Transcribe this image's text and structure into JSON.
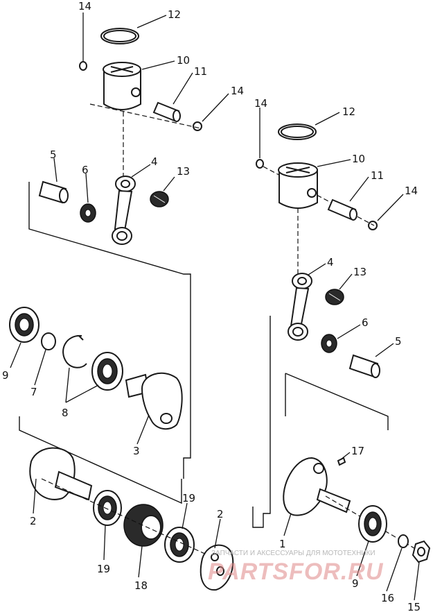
{
  "labels": {
    "l_upper": {
      "n12": "12",
      "n14a": "14",
      "n10": "10",
      "n11": "11",
      "n14b": "14",
      "n5": "5",
      "n6": "6",
      "n4": "4",
      "n13": "13"
    },
    "r_upper": {
      "n14a": "14",
      "n12": "12",
      "n10": "10",
      "n11": "11",
      "n14b": "14",
      "n4": "4",
      "n13": "13",
      "n6": "6",
      "n5": "5"
    },
    "l_mid": {
      "n9": "9",
      "n7": "7",
      "n8": "8",
      "n3": "3"
    },
    "l_low": {
      "n2a": "2",
      "n19a": "19",
      "n18": "18",
      "n19b": "19",
      "n2b": "2"
    },
    "r_low": {
      "n17": "17",
      "n1": "1",
      "n9": "9",
      "n16": "16",
      "n15": "15"
    }
  },
  "watermark": {
    "text": "ЗАПЧАСТИ И АКСЕССУАРЫ ДЛЯ МОТОТЕХНИКИ",
    "logo": "PARTSFOR.RU"
  }
}
